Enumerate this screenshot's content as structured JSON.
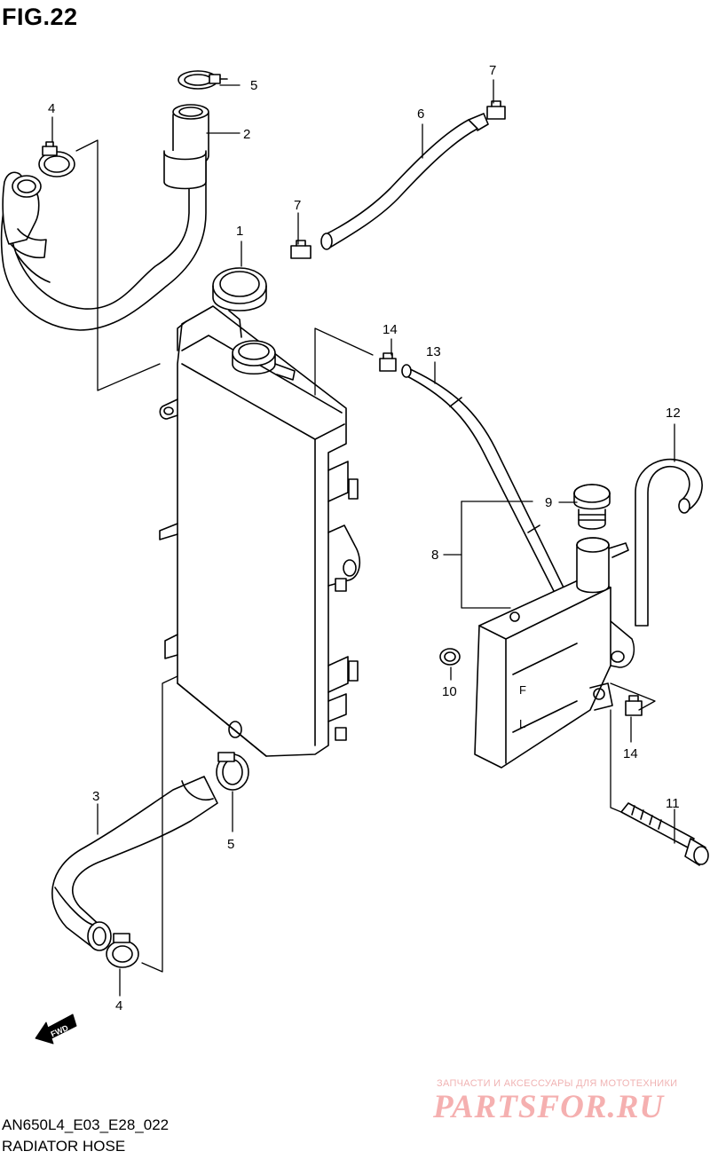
{
  "figure": {
    "title": "FIG.22",
    "model_code": "AN650L4_E03_E28_022",
    "name": "RADIATOR HOSE"
  },
  "fwd_label": "FWD",
  "watermark": {
    "tagline": "ЗАПЧАСТИ И АКСЕССУАРЫ ДЛЯ МОТОТЕХНИКИ",
    "brand": "PARTSFOR.RU",
    "color": "#f5b0b0"
  },
  "callouts": {
    "c1": "1",
    "c2": "2",
    "c3": "3",
    "c4a": "4",
    "c4b": "4",
    "c5a": "5",
    "c5b": "5",
    "c6": "6",
    "c7a": "7",
    "c7b": "7",
    "c8": "8",
    "c9": "9",
    "c10": "10",
    "c11": "11",
    "c12": "12",
    "c13": "13",
    "c14a": "14",
    "c14b": "14"
  },
  "tank_marks": {
    "full": "F",
    "low": "L"
  },
  "colors": {
    "line": "#000000",
    "background": "#ffffff"
  }
}
